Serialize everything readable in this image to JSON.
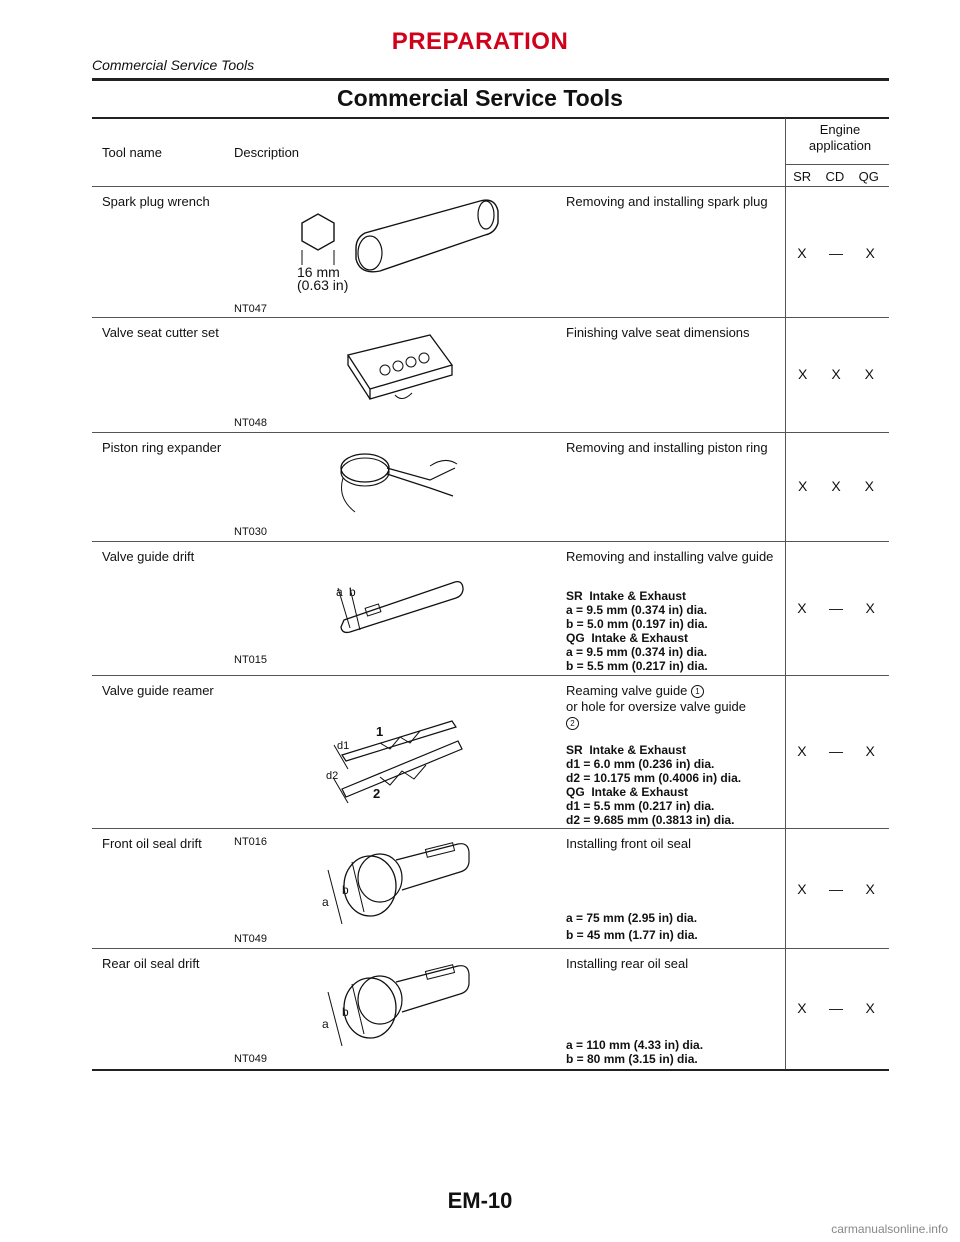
{
  "header": {
    "section_title": "PREPARATION",
    "subtitle": "Commercial Service Tools",
    "accent_color": "#d0021b"
  },
  "page_title": "Commercial Service Tools",
  "table": {
    "col_tool": "Tool name",
    "col_desc": "Description",
    "col_engine": "Engine application",
    "engines": [
      "SR",
      "CD",
      "QG"
    ],
    "rows": [
      {
        "name": "Spark plug wrench",
        "codes": [
          "NT047"
        ],
        "illus_label_1": "16 mm",
        "illus_label_2": "(0.63 in)",
        "desc": "Removing and installing spark plug",
        "spec": "",
        "apps": [
          "X",
          "—",
          "X"
        ]
      },
      {
        "name": "Valve seat cutter set",
        "codes": [
          "NT048"
        ],
        "desc": "Finishing valve seat dimensions",
        "spec": "",
        "apps": [
          "X",
          "X",
          "X"
        ]
      },
      {
        "name": "Piston ring expander",
        "codes": [
          "NT030"
        ],
        "desc": "Removing and installing piston ring",
        "spec": "",
        "apps": [
          "X",
          "X",
          "X"
        ]
      },
      {
        "name": "Valve guide drift",
        "codes": [
          "NT015"
        ],
        "illus_label_1": "a",
        "illus_label_2": "b",
        "desc": "Removing and installing valve guide",
        "spec": "SR  Intake & Exhaust\na = 9.5 mm (0.374 in) dia.\nb = 5.0 mm (0.197 in) dia.\nQG  Intake & Exhaust\na = 9.5 mm (0.374 in) dia.\nb = 5.5 mm (0.217 in) dia.",
        "apps": [
          "X",
          "—",
          "X"
        ]
      },
      {
        "name": "Valve guide reamer",
        "codes": [],
        "illus_label_1": "d1",
        "illus_label_2": "d2",
        "marker_1": "1",
        "marker_2": "2",
        "desc_a": "Reaming valve guide",
        "desc_b": "or hole for oversize valve guide",
        "spec": "SR  Intake & Exhaust\nd1 = 6.0 mm (0.236 in) dia.\nd2 = 10.175 mm (0.4006 in) dia.\nQG  Intake & Exhaust\nd1 = 5.5 mm (0.217 in) dia.\nd2 = 9.685 mm (0.3813 in) dia.",
        "apps": [
          "X",
          "—",
          "X"
        ]
      },
      {
        "name": "Front oil seal drift",
        "codes": [
          "NT016",
          "NT049"
        ],
        "illus_label_1": "a",
        "illus_label_2": "b",
        "desc": "Installing front oil seal",
        "spec": "a = 75 mm (2.95 in) dia.\nb = 45 mm (1.77 in) dia.",
        "apps": [
          "X",
          "—",
          "X"
        ]
      },
      {
        "name": "Rear oil seal drift",
        "codes": [
          "NT049"
        ],
        "illus_label_1": "a",
        "illus_label_2": "b",
        "desc": "Installing rear oil seal",
        "spec": "a = 110 mm (4.33 in) dia.\nb = 80 mm (3.15 in) dia.",
        "apps": [
          "X",
          "—",
          "X"
        ]
      }
    ]
  },
  "footer": "EM-10",
  "watermark": "carmanualsonline.info"
}
